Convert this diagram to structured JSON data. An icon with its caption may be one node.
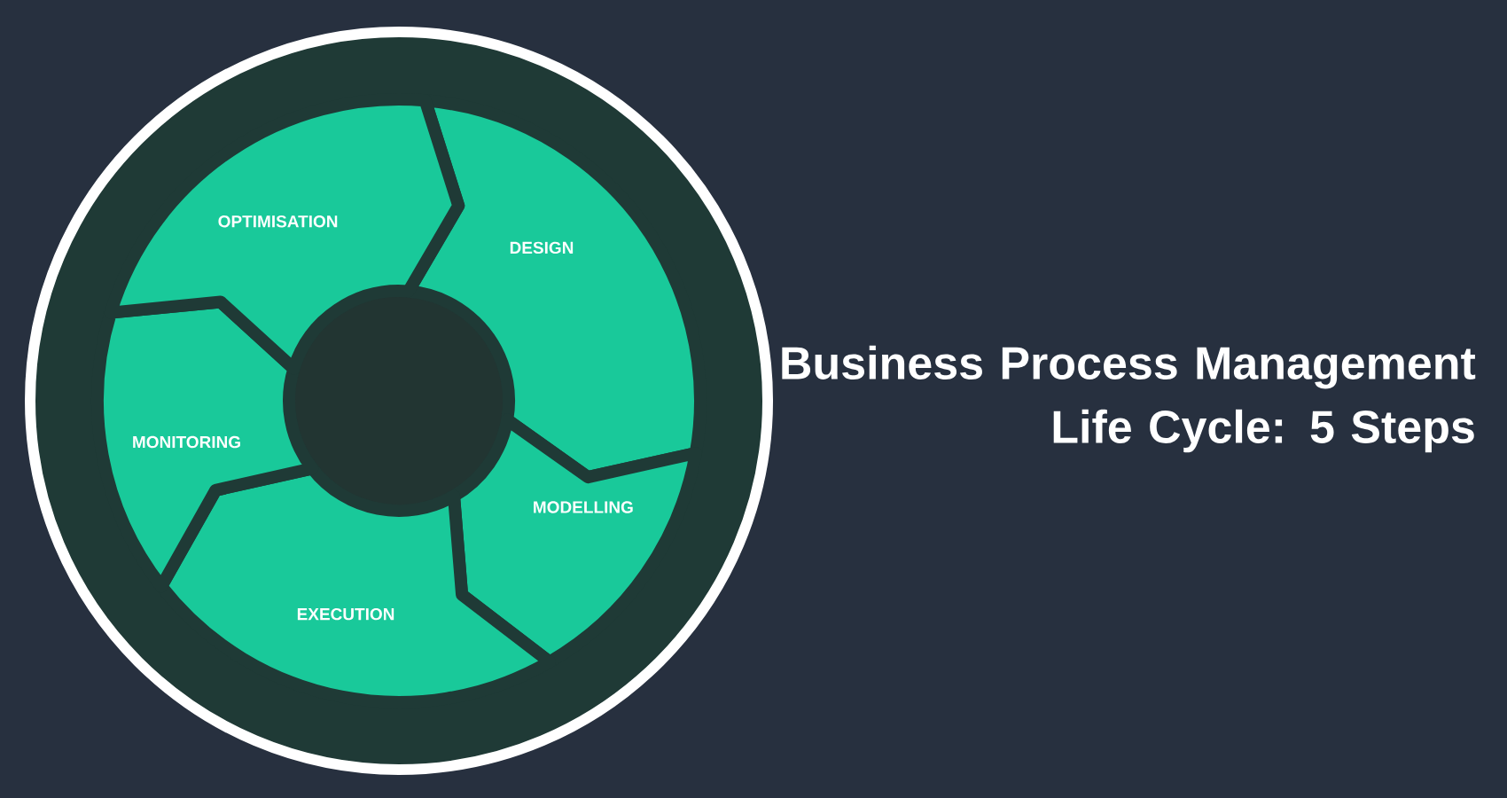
{
  "diagram": {
    "title": "Business Process Management Life Cycle: 5 Steps",
    "nodes": [
      {
        "text": [
          "DESIGN"
        ]
      },
      {
        "text": [
          "MODELLING"
        ]
      },
      {
        "text": [
          "EXECUTION"
        ]
      },
      {
        "text": [
          "MONITORING"
        ]
      },
      {
        "text": [
          "OPTIMISATION"
        ]
      }
    ]
  }
}
